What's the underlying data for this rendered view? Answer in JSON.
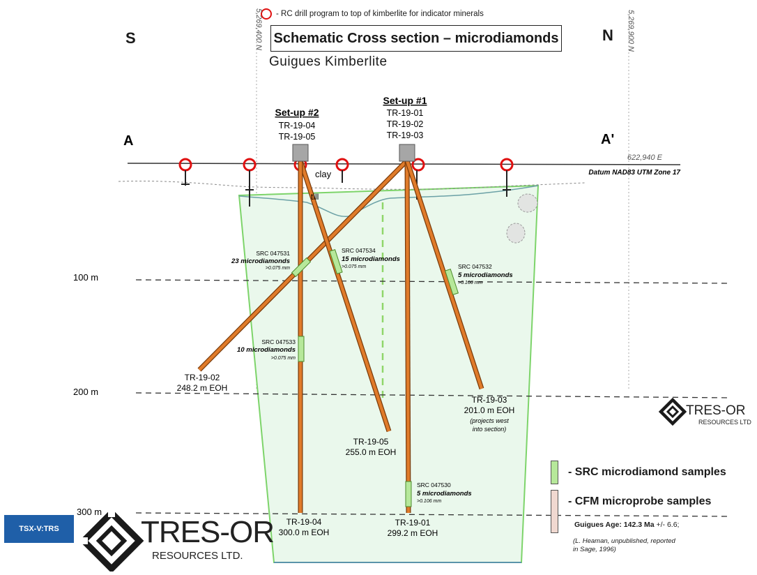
{
  "header": {
    "legend_rc": "- RC drill program to top of kimberlite for indicator minerals",
    "title": "Schematic Cross section – microdiamonds",
    "subtitle": "Guigues Kimberlite",
    "south": "S",
    "north": "N",
    "coord_left": "5,269,400 N",
    "coord_right": "5,269,900 N"
  },
  "section": {
    "a_label": "A",
    "a_prime_label": "A'",
    "easting": "622,940 E",
    "datum": "Datum NAD83 UTM Zone 17",
    "clay": "clay",
    "till": "till",
    "depth_100": "100 m",
    "depth_200": "200 m",
    "depth_300": "300 m"
  },
  "setups": [
    {
      "title": "Set-up #2",
      "holes": [
        "TR-19-04",
        "TR-19-05"
      ]
    },
    {
      "title": "Set-up #1",
      "holes": [
        "TR-19-01",
        "TR-19-02",
        "TR-19-03"
      ]
    }
  ],
  "holes": [
    {
      "name": "TR-19-02",
      "eoh": "248.2 m EOH"
    },
    {
      "name": "TR-19-05",
      "eoh": "255.0 m EOH"
    },
    {
      "name": "TR-19-04",
      "eoh": "300.0 m EOH"
    },
    {
      "name": "TR-19-01",
      "eoh": "299.2 m EOH"
    },
    {
      "name": "TR-19-03",
      "eoh": "201.0 m EOH",
      "note1": "(projects west",
      "note2": "into section)"
    }
  ],
  "samples": [
    {
      "id": "SRC 047531",
      "count": "23 microdiamonds",
      "size": ">0.075 mm"
    },
    {
      "id": "SRC 047534",
      "count": "15 microdiamonds",
      "size": ">0.075 mm"
    },
    {
      "id": "SRC 047532",
      "count": "5 microdiamonds",
      "size": ">0.106 mm"
    },
    {
      "id": "SRC 047533",
      "count": "10 microdiamonds",
      "size": ">0.075 mm"
    },
    {
      "id": "SRC 047530",
      "count": "5 microdiamonds",
      "size": ">0.106 mm"
    }
  ],
  "legend": {
    "src": "- SRC microdiamond samples",
    "cfm": "- CFM microprobe samples",
    "age_label": "Guigues Age:",
    "age_value": "142.3 Ma",
    "age_err": "+/- 6.6;",
    "ref1": "(L. Heaman, unpublished, reported",
    "ref2": "in Sage, 1996)",
    "src_color": "#b6e89a",
    "cfm_color": "#f0d8d0"
  },
  "branding": {
    "ticker": "TSX-V:TRS",
    "logo_main": "TRES-OR",
    "logo_sub": "RESOURCES LTD.",
    "logo_small_main": "TRES-OR",
    "logo_small_sub": "RESOURCES LTD"
  },
  "colors": {
    "drill": "#e07b2a",
    "kimberlite_fill": "#eaf8ec",
    "kimberlite_edge": "#7dd46a",
    "rc_marker": "#e01010",
    "ticker_bg": "#1f5fa8"
  }
}
